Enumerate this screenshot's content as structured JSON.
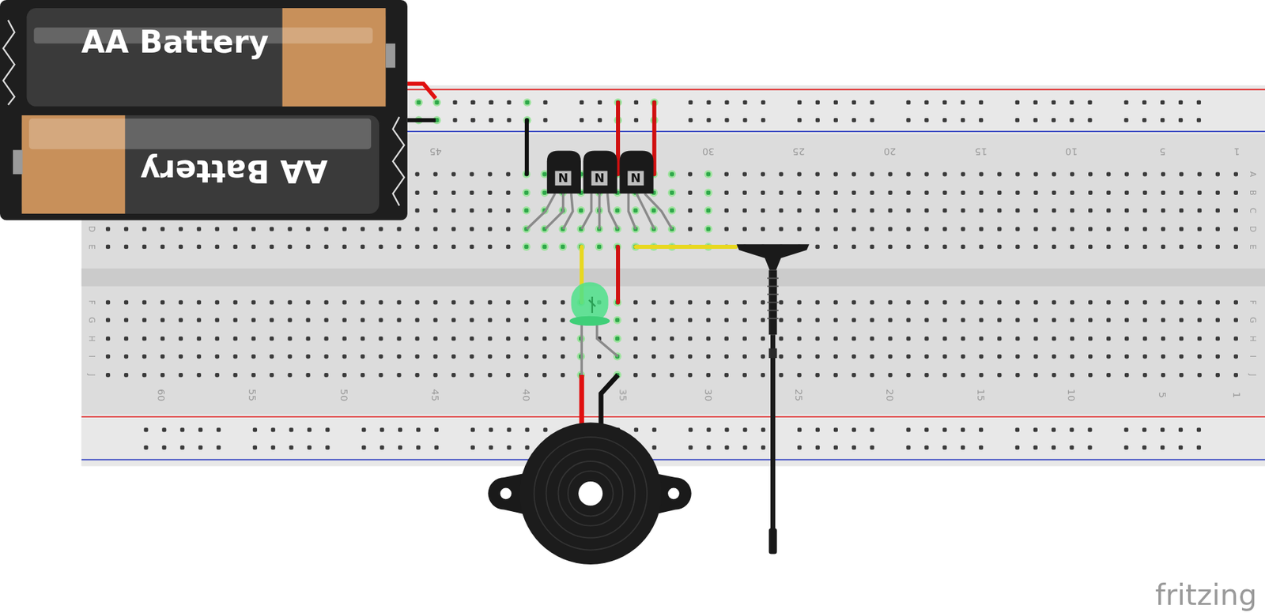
{
  "diagram": {
    "labels": [
      "AA Battery",
      "AA Battery",
      "N",
      "N",
      "N",
      "45",
      "30",
      "25",
      "20",
      "15",
      "10",
      "5",
      "1",
      "A",
      "B",
      "C",
      "D",
      "E",
      "D",
      "E",
      "F",
      "G",
      "H",
      "I",
      "J",
      "F",
      "G",
      "H",
      "I",
      "J",
      "60",
      "55",
      "50",
      "45",
      "40",
      "35",
      "30",
      "25",
      "20",
      "15",
      "10",
      "5",
      "1",
      "fritzing"
    ]
  }
}
